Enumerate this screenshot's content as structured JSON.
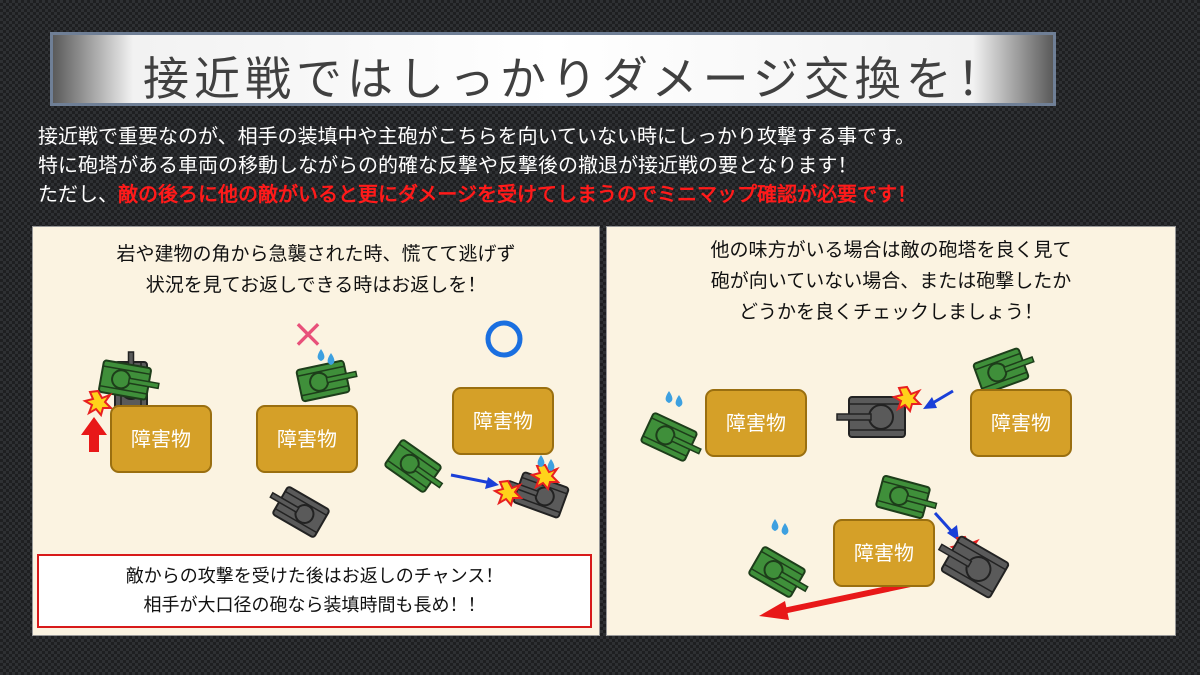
{
  "title": "接近戦ではしっかりダメージ交換を！",
  "intro": {
    "line1": "接近戦で重要なのが、相手の装填中や主砲がこちらを向いていない時にしっかり攻撃する事です。",
    "line2": "特に砲塔がある車両の移動しながらの的確な反撃や反撃後の撤退が接近戦の要となります！",
    "line3_prefix": "ただし、",
    "line3_red": "敵の後ろに他の敵がいると更にダメージを受けてしまうのでミニマップ確認が必要です！"
  },
  "left_panel": {
    "line1": "岩や建物の角から急襲された時、慌てて逃げず",
    "line2": "状況を見てお返しできる時はお返しを！",
    "note_line1": "敵からの攻撃を受けた後はお返しのチャンス！",
    "note_line2": "相手が大口径の砲なら装填時間も長め！！",
    "obstacle_label": "障害物",
    "mark_bad": "×",
    "mark_good": "○"
  },
  "right_panel": {
    "line1": "他の味方がいる場合は敵の砲塔を良く見て",
    "line2": "砲が向いていない場合、または砲撃したか",
    "line3": "どうかを良くチェックしましょう！",
    "obstacle_label": "障害物"
  },
  "colors": {
    "ally_tank": "#3f8f3a",
    "enemy_tank": "#5a5a5a",
    "obstacle": "#d5a028",
    "arrow_red": "#e81818",
    "arrow_blue": "#1a3fd8",
    "warning_red": "#ff1a1a"
  }
}
